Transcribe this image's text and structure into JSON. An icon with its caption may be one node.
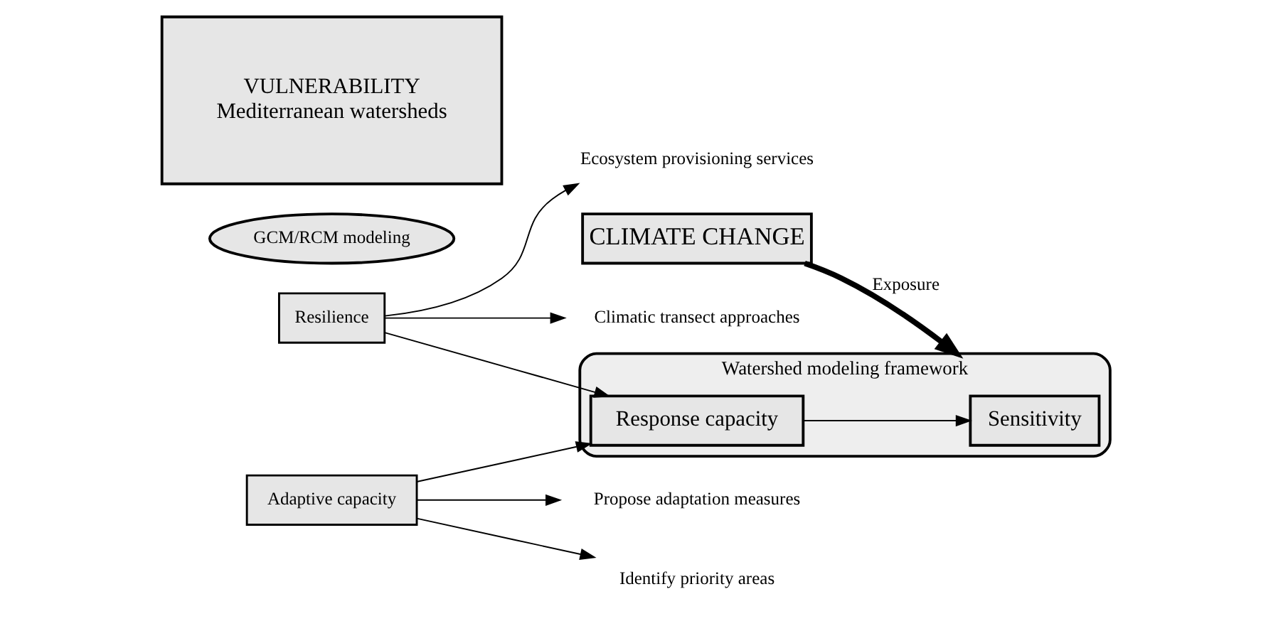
{
  "diagram": {
    "nodes": [
      {
        "text": [
          "CLIMATE CHANGE"
        ]
      },
      {
        "text": [
          "GCM/RCM modeling"
        ]
      },
      {
        "text": [
          "Watershed modeling framework"
        ]
      },
      {
        "text": [
          "Sensitivity"
        ],
        "in": 2
      },
      {
        "text": [
          "Response capacity"
        ],
        "in": 2
      },
      {
        "text": [
          "VULNERABILITY",
          "Mediterranean watersheds"
        ]
      },
      {
        "text": [
          "Resilience"
        ]
      },
      {
        "text": [
          "Adaptive capacity"
        ]
      },
      {
        "text": [
          "Ecosystem provisioning services"
        ]
      },
      {
        "text": [
          "Climatic transect approaches"
        ]
      },
      {
        "text": [
          "Identify priority areas"
        ]
      },
      {
        "text": [
          "Propose adaptation measures"
        ]
      }
    ],
    "edges": [
      {
        "from": 0,
        "to": 2,
        "arrow": "to",
        "label": "Exposure",
        "style": "thick"
      },
      {
        "from": 4,
        "to": 3,
        "arrow": "to"
      },
      {
        "from": 6,
        "to": 4,
        "arrow": "to"
      },
      {
        "from": 7,
        "to": 4,
        "arrow": "to"
      },
      {
        "from": 6,
        "to": 8,
        "arrow": "to"
      },
      {
        "from": 6,
        "to": 9,
        "arrow": "to"
      },
      {
        "from": 7,
        "to": 10,
        "arrow": "to"
      },
      {
        "from": 7,
        "to": 11,
        "arrow": "to"
      }
    ]
  }
}
